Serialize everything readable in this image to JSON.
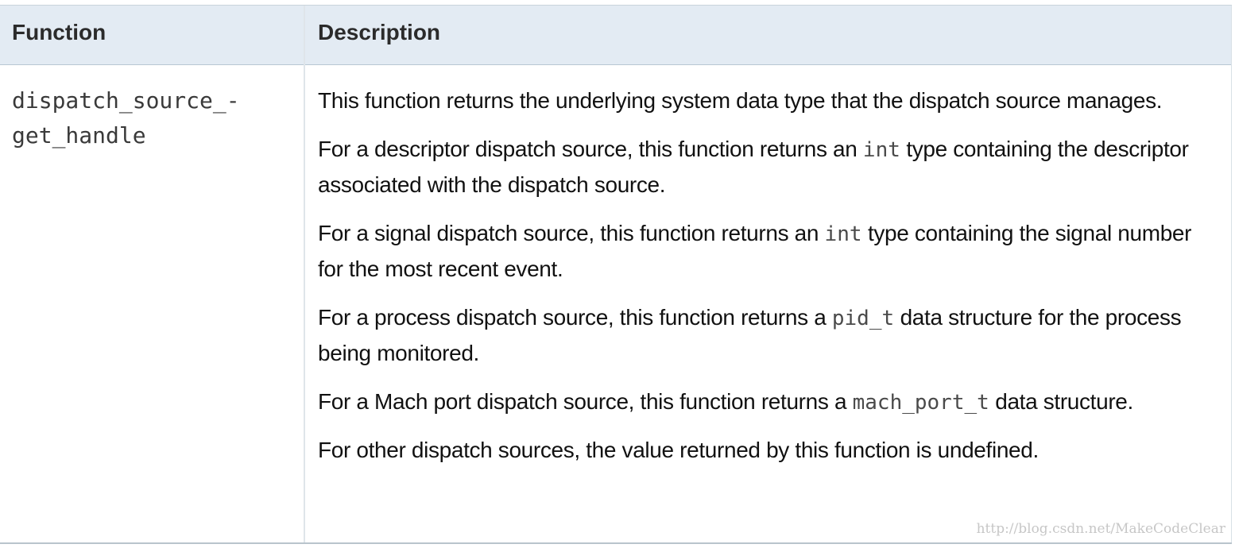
{
  "table": {
    "headers": {
      "function": "Function",
      "description": "Description"
    },
    "row": {
      "function_name_lines": [
        "dispatch_source_-",
        "get_handle"
      ],
      "paragraphs": [
        {
          "before": "This function returns the underlying system data type that the dispatch source manages.",
          "code": "",
          "after": ""
        },
        {
          "before": "For a descriptor dispatch source, this function returns an ",
          "code": "int",
          "after": " type containing the descriptor associated with the dispatch source."
        },
        {
          "before": "For a signal dispatch source, this function returns an ",
          "code": "int",
          "after": " type containing the signal number for the most recent event."
        },
        {
          "before": "For a process dispatch source, this function returns a ",
          "code": "pid_t",
          "after": " data structure for the process being monitored."
        },
        {
          "before": "For a Mach port dispatch source, this function returns a ",
          "code": "mach_port_t",
          "after": " data structure."
        },
        {
          "before": "For other dispatch sources, the value returned by this function is undefined.",
          "code": "",
          "after": ""
        }
      ]
    }
  },
  "watermark": "http://blog.csdn.net/MakeCodeClear"
}
